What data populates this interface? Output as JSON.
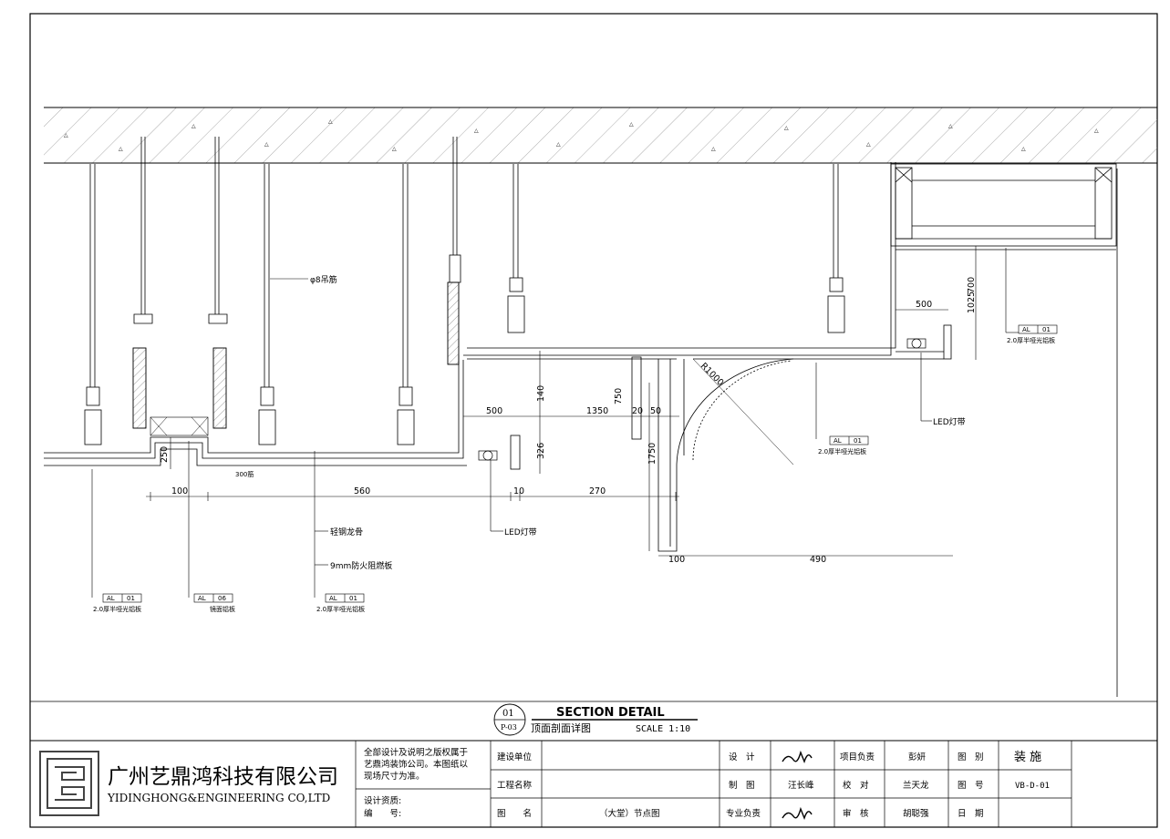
{
  "hanger_label": "φ8吊筋",
  "hanger_label_2": "轻钢龙骨",
  "board_label": "9mm防火阻燃板",
  "led_left": "LED灯带",
  "led_right": "LED灯带",
  "small_callout": "300筋",
  "radius_label": "R1000",
  "dims": {
    "d250": "250",
    "d100a": "100",
    "d560": "560",
    "d10": "10",
    "d270": "270",
    "d500a": "500",
    "d140": "140",
    "d326": "326",
    "d1350": "1350",
    "d750": "750",
    "d20": "20",
    "d50": "50",
    "d1750": "1750",
    "d100b": "100",
    "d490": "490",
    "d500b": "500",
    "d1025": "1025",
    "d700": "700"
  },
  "tags": [
    {
      "code": "AL",
      "num": "01",
      "desc": "2.0厚半哑光铝板"
    },
    {
      "code": "AL",
      "num": "06",
      "desc": "镜面铝板"
    },
    {
      "code": "AL",
      "num": "01",
      "desc": "2.0厚半哑光铝板"
    },
    {
      "code": "AL",
      "num": "01",
      "desc": "2.0厚半哑光铝板"
    },
    {
      "code": "AL",
      "num": "01",
      "desc": "2.0厚半哑光铝板"
    }
  ],
  "section": {
    "number": "01",
    "sheet": "P-03",
    "title_en": "SECTION DETAIL",
    "title_cn": "顶面剖面详图",
    "scale": "SCALE 1:10"
  },
  "title_block": {
    "company_cn": "广州艺鼎鸿科技有限公司",
    "company_en": "YIDINGHONG&ENGINEERING CO,LTD",
    "copyright_l1": "全部设计及说明之版权属于",
    "copyright_l2": "艺鼎鸿装饰公司。本图纸以",
    "copyright_l3": "现场尺寸为准。",
    "qual_label": "设计资质:",
    "no_label": "编　　号:",
    "client_label": "建设单位",
    "project_label": "工程名称",
    "drawing_label": "图　　名",
    "drawing_value": "（大堂）节点图",
    "design_label": "设　计",
    "draw_label": "制　图",
    "draw_value": "汪长峰",
    "lead_label": "专业负责",
    "pm_label": "项目负责",
    "pm_value": "彭妍",
    "check_label": "校　对",
    "check_value": "兰天龙",
    "review_label": "审　核",
    "review_value": "胡聪强",
    "type_label": "图　别",
    "type_value": "装 施",
    "num_label": "图　号",
    "num_value": "VB-D-01",
    "date_label": "日　期",
    "date_value": ""
  }
}
